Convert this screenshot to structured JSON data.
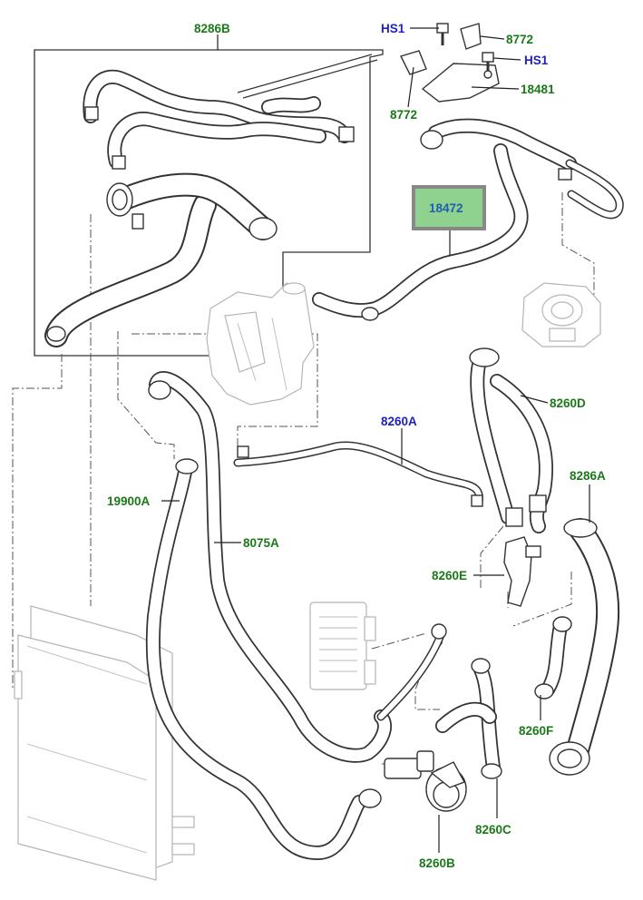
{
  "colors": {
    "part_number": "#1a7a1a",
    "hardware_code": "#1f1fbf",
    "highlight_fill": "#8fd18f",
    "highlight_border": "#888888",
    "line": "#333333"
  },
  "labels": {
    "p8286B": "8286B",
    "hs1_top": "HS1",
    "p8772_top": "8772",
    "hs1_right": "HS1",
    "p18481": "18481",
    "p8772_left": "8772",
    "p18472": "18472",
    "p8260D": "8260D",
    "p8260A": "8260A",
    "p8286A": "8286A",
    "p19900A": "19900A",
    "p8075A": "8075A",
    "p8260E": "8260E",
    "p8260F": "8260F",
    "p8260C": "8260C",
    "p8260B": "8260B"
  }
}
